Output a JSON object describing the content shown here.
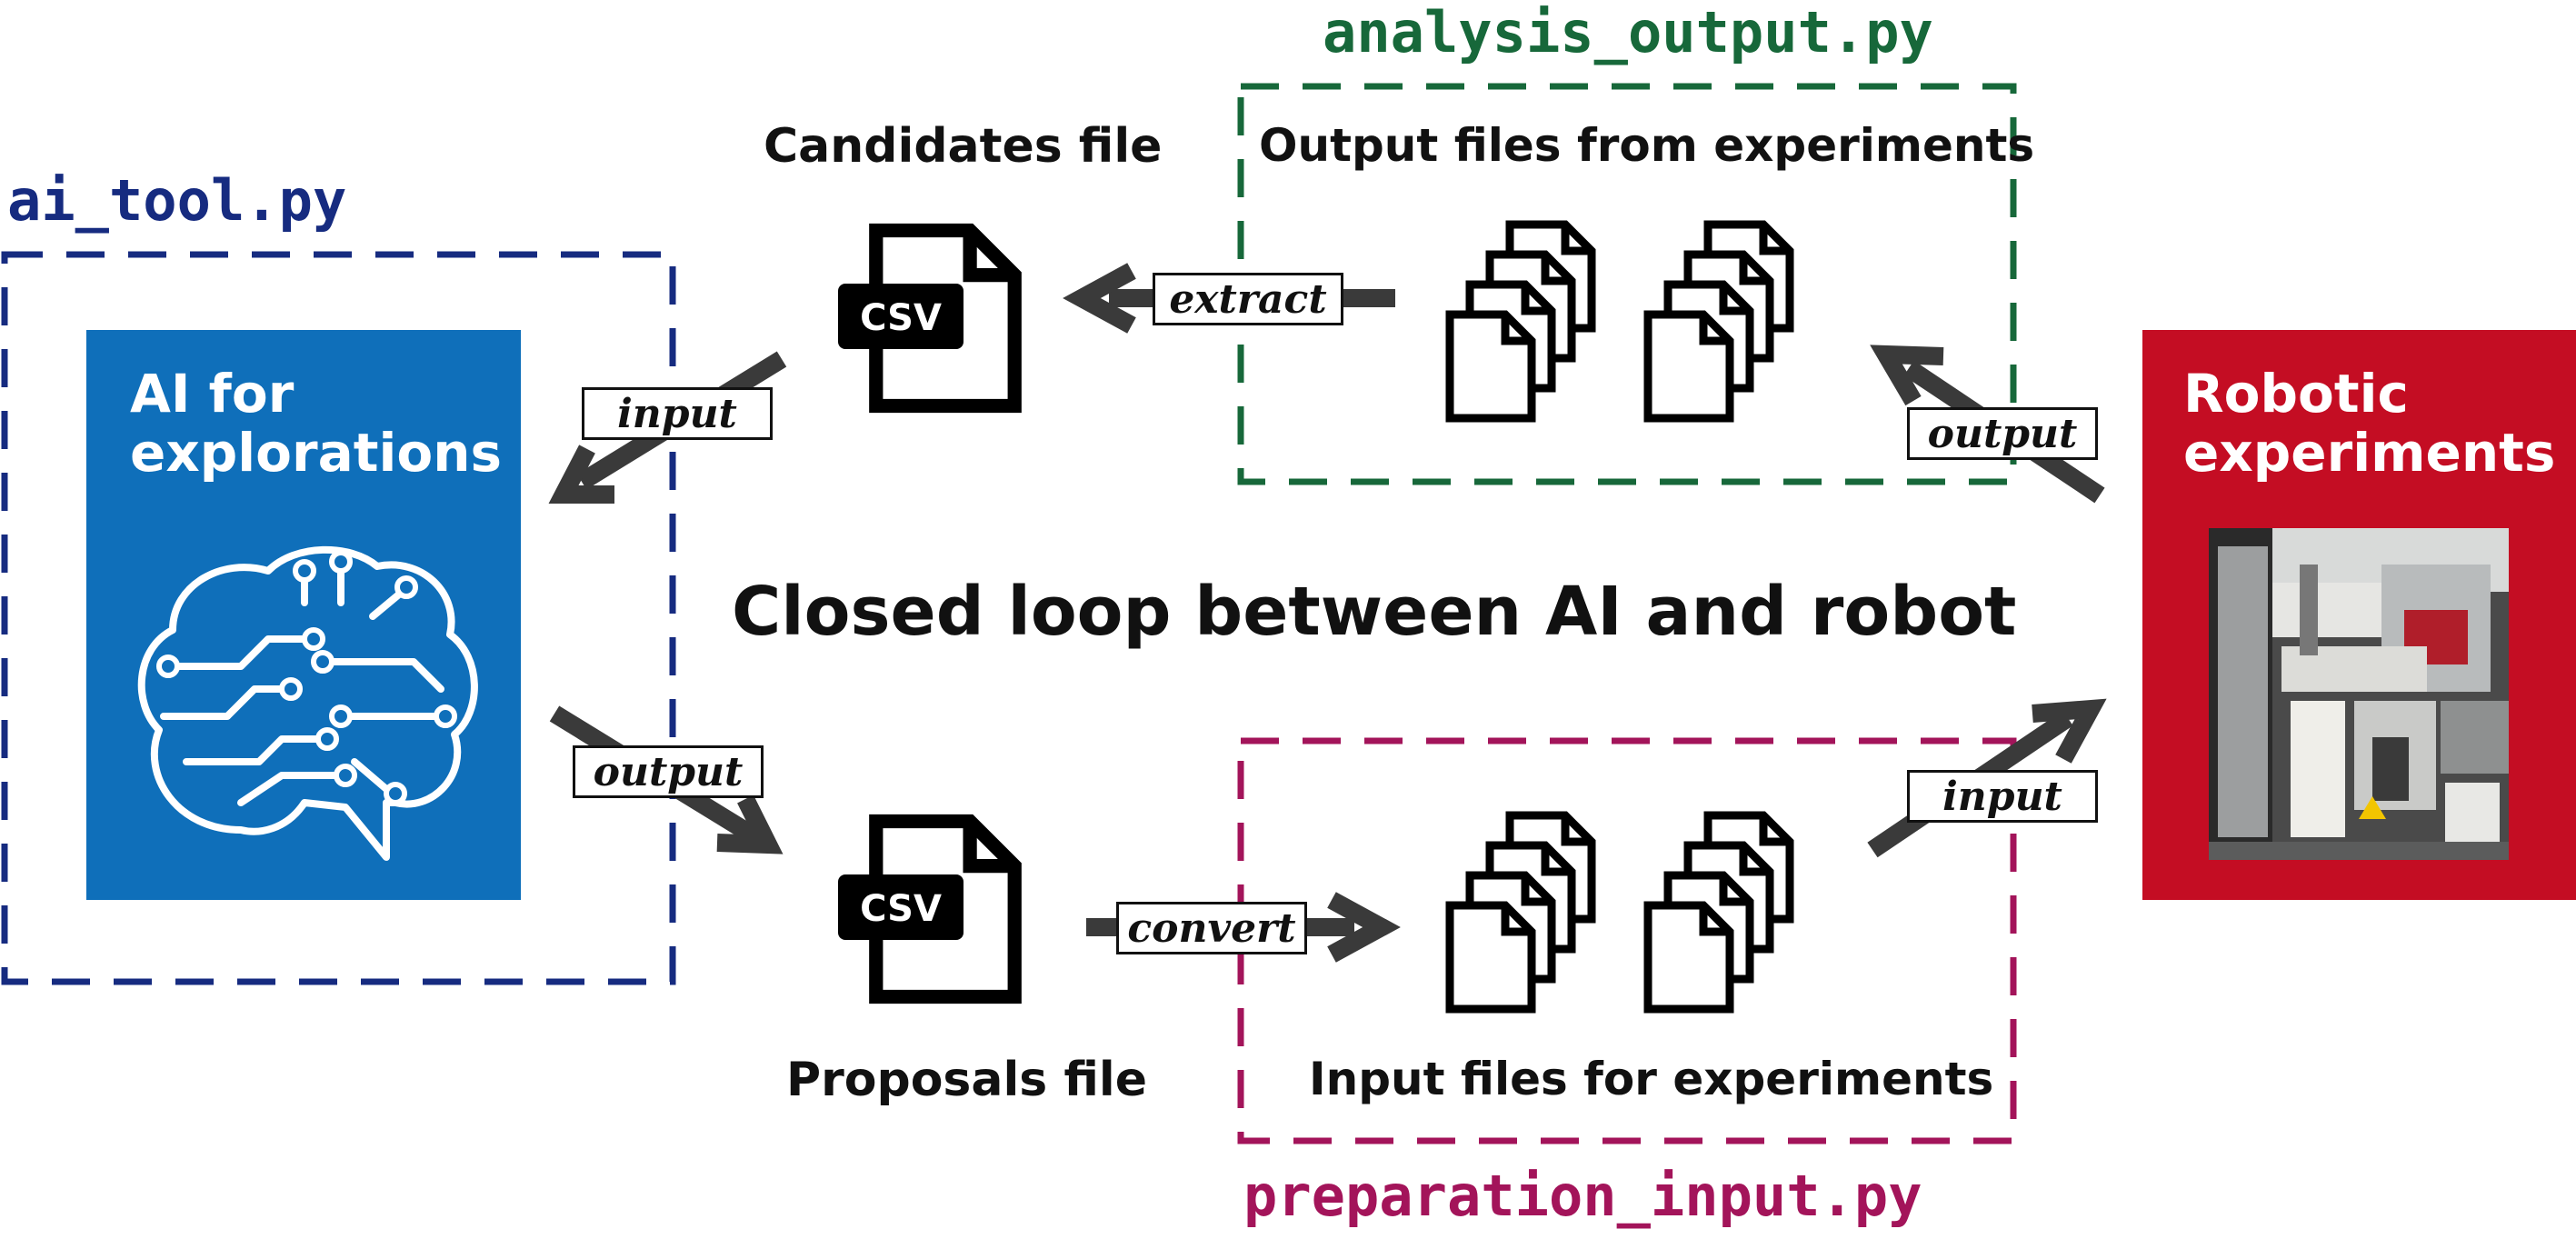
{
  "scripts": {
    "ai_tool": "ai_tool.py",
    "analysis_output": "analysis_output.py",
    "preparation_input": "preparation_input.py"
  },
  "files": {
    "candidates": "Candidates file",
    "proposals": "Proposals file",
    "output_files": "Output files from experiments",
    "input_files": "Input files for experiments",
    "csv_badge": "CSV"
  },
  "panels": {
    "ai": {
      "line1": "AI for",
      "line2": "explorations"
    },
    "robot": {
      "line1": "Robotic",
      "line2": "experiments"
    }
  },
  "center_title": "Closed loop between AI and robot",
  "arrow_labels": {
    "extract": "extract",
    "input_to_ai": "input",
    "output_from_ai": "output",
    "convert": "convert",
    "output_from_robot": "output",
    "input_to_robot": "input"
  },
  "colors": {
    "ai_blue": "#0f6fba",
    "robot_red": "#c40d23",
    "ai_dash": "#162b80",
    "analysis_dash": "#17683a",
    "prep_dash": "#a3145a",
    "arrow": "#3a3a3a"
  },
  "icons": {
    "brain": "brain-circuit-icon",
    "csv": "csv-file-icon",
    "doc_stack": "document-stack-icon",
    "robot_photo": "robot-machine-photo"
  }
}
